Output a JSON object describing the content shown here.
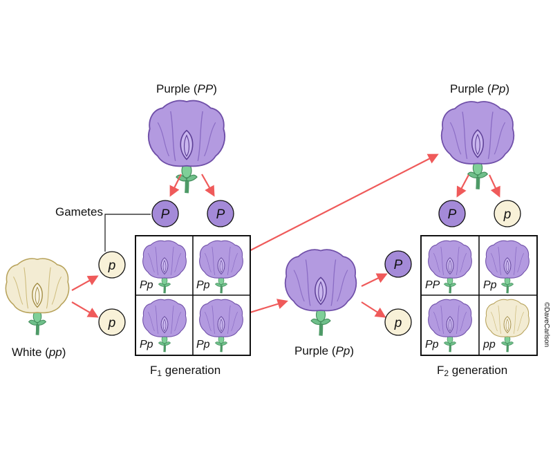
{
  "colors": {
    "purple_petal": "#b39ae0",
    "purple_dark": "#6f4fa8",
    "white_petal": "#f3ecd3",
    "white_dark": "#b7a25a",
    "stem": "#6fbf8a",
    "arrow": "#ef5a5a",
    "gamete_P_fill": "#a48ad8",
    "gamete_p_fill": "#f8f1d8"
  },
  "labels": {
    "purple_PP": {
      "prefix": "Purple (",
      "genotype": "PP",
      "suffix": ")"
    },
    "purple_Pp_top": {
      "prefix": "Purple (",
      "genotype": "Pp",
      "suffix": ")"
    },
    "purple_Pp_mid": {
      "prefix": "Purple (",
      "genotype": "Pp",
      "suffix": ")"
    },
    "white_pp": {
      "prefix": "White (",
      "genotype": "pp",
      "suffix": ")"
    },
    "gametes": "Gametes",
    "f1_generation": {
      "F": "F",
      "sub": "1",
      "rest": " generation"
    },
    "f2_generation": {
      "F": "F",
      "sub": "2",
      "rest": " generation"
    },
    "credit": "©DaveCarlson"
  },
  "gametes": {
    "pp_parent_top": "P",
    "pp_parent_bottom_right": "P",
    "white_parent_top": "p",
    "white_parent_bottom": "p",
    "f1_parent_top": "P",
    "f1_parent_bottom": "p",
    "f2_parent_left": "P",
    "f2_parent_right": "p"
  },
  "f1_square": [
    "Pp",
    "Pp",
    "Pp",
    "Pp"
  ],
  "f2_square": [
    "PP",
    "Pp",
    "Pp",
    "pp"
  ],
  "f2_square_colors": [
    "purple",
    "purple",
    "purple",
    "white"
  ]
}
